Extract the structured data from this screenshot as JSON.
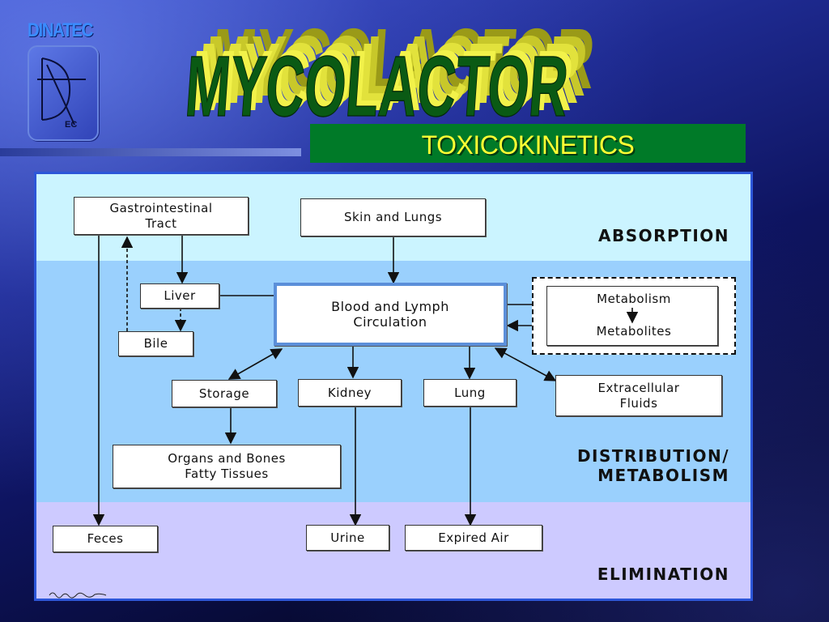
{
  "slide": {
    "logo_text": "DINATEC",
    "logo_sub": "EC",
    "title": "MYCOLACTOR",
    "subtitle": "TOXICOKINETICS"
  },
  "colors": {
    "title_fill": "#0a5a14",
    "title_extrude": "#e0e03a",
    "subtitle_bar": "#007a28",
    "subtitle_text": "#ffff33",
    "band_absorption": "#cbf4ff",
    "band_distribution": "#9ad0fd",
    "band_elimination": "#cdcaff"
  },
  "diagram": {
    "sections": {
      "absorption": "ABSORPTION",
      "distribution": "DISTRIBUTION/\nMETABOLISM",
      "elimination": "ELIMINATION"
    },
    "nodes": {
      "gi_tract": "Gastrointestinal\nTract",
      "skin_lungs": "Skin and Lungs",
      "liver": "Liver",
      "bile": "Bile",
      "blood": "Blood and Lymph\nCirculation",
      "metabolism": "Metabolism",
      "metabolites": "Metabolites",
      "storage": "Storage",
      "kidney": "Kidney",
      "lung": "Lung",
      "extracellular": "Extracellular\nFluids",
      "organs": "Organs and  Bones\nFatty Tissues",
      "feces": "Feces",
      "urine": "Urine",
      "expired_air": "Expired Air"
    },
    "icons": {
      "logo": "dec-monogram-icon",
      "signature": "signature-icon"
    }
  }
}
